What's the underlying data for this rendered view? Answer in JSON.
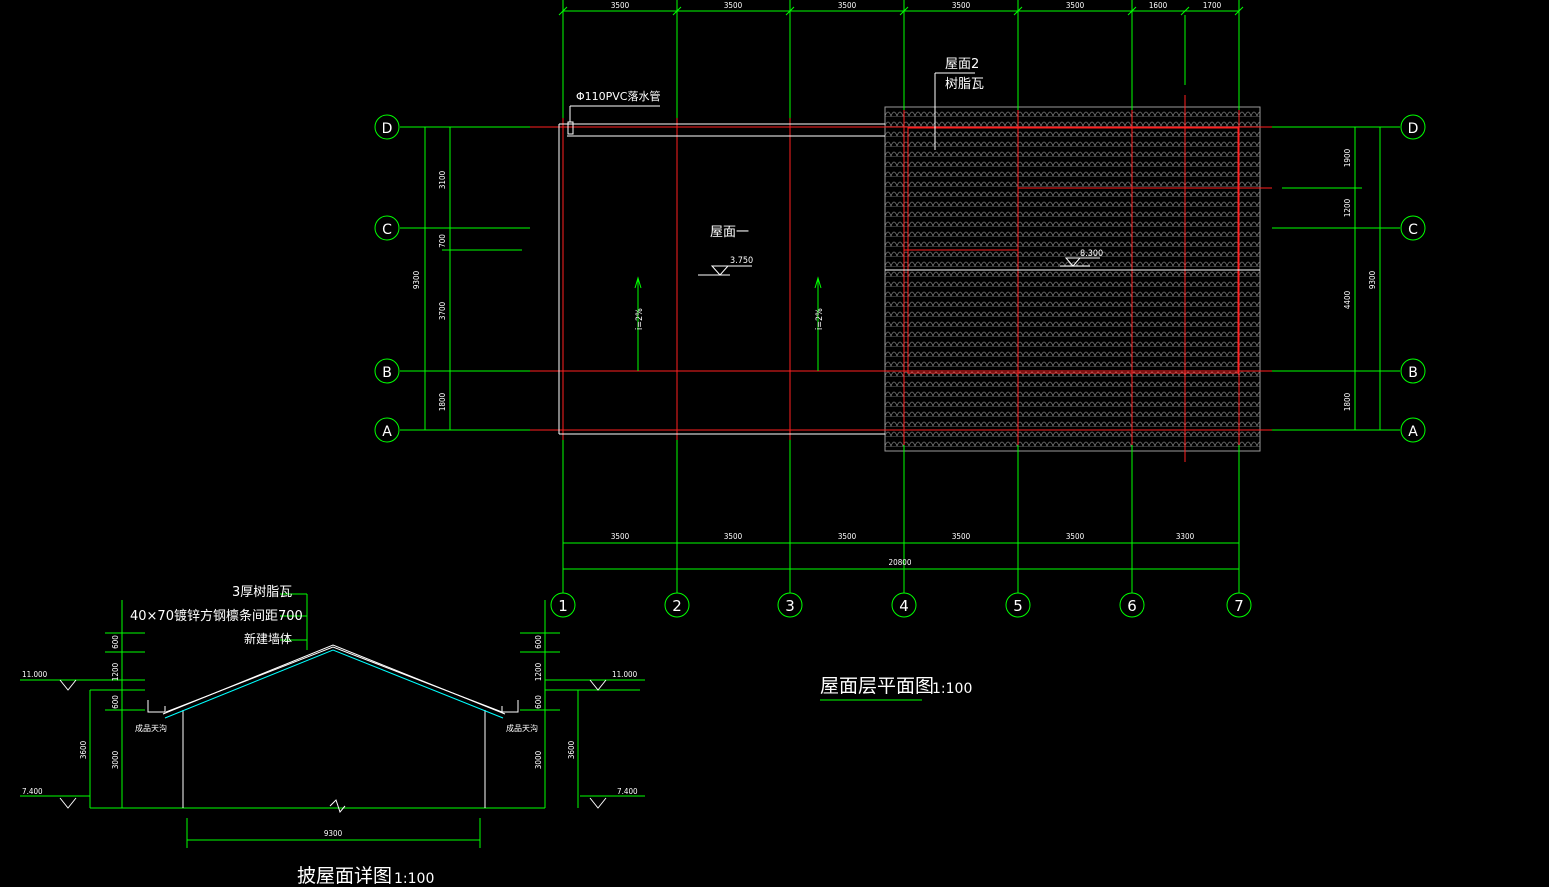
{
  "plan": {
    "title": "屋面层平面图",
    "scale": "1:100",
    "top_dims": [
      "3500",
      "3500",
      "3500",
      "3500",
      "3500",
      "1600",
      "1700"
    ],
    "bottom_dims": [
      "3500",
      "3500",
      "3500",
      "3500",
      "3500",
      "3300"
    ],
    "total_dim": "20800",
    "col_axes": [
      "1",
      "2",
      "3",
      "4",
      "5",
      "6",
      "7"
    ],
    "row_axes": [
      "D",
      "C",
      "B",
      "A"
    ],
    "left_dims": [
      "3100",
      "700",
      "3700",
      "1800"
    ],
    "left_total": "9300",
    "right_dims": [
      "1900",
      "1200",
      "4400",
      "1800"
    ],
    "right_total": "9300",
    "downpipe": "Φ110PVC落水管",
    "roof1_label": "屋面一",
    "roof1_elev": "3.750",
    "roof2_label": "屋面2",
    "roof2_material": "树脂瓦",
    "roof2_elev": "8.300",
    "slope1": "i=2%",
    "slope2": "i=2%"
  },
  "section": {
    "title": "披屋面详图",
    "scale": "1:100",
    "notes": [
      "3厚树脂瓦",
      "40×70镀锌方钢檩条间距700",
      "新建墙体"
    ],
    "elev_top": "11.000",
    "elev_bottom": "7.400",
    "left_dims": [
      "600",
      "1200",
      "600",
      "3000"
    ],
    "left_total": "3600",
    "right_dims": [
      "600",
      "1200",
      "600",
      "3000"
    ],
    "right_total": "3600",
    "gutter_label": "成品天沟",
    "width_dim": "9300"
  }
}
